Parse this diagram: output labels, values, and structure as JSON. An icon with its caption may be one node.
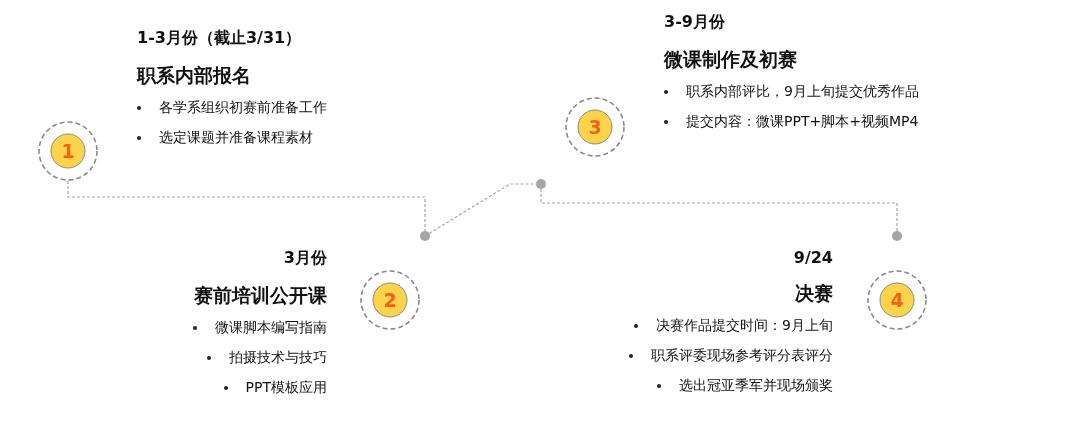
{
  "diagram": {
    "nodes": [
      {
        "text": [
          "1"
        ],
        "beside": [
          "1-3月份（截止3/31）",
          "职系内部报名",
          "各学系组织初赛前准备工作",
          "选定课题并准备课程素材"
        ]
      },
      {
        "text": [
          "2"
        ],
        "beside": [
          "3月份",
          "赛前培训公开课",
          "微课脚本编写指南",
          "拍摄技术与技巧",
          "PPT模板应用"
        ]
      },
      {
        "text": [
          "3"
        ],
        "beside": [
          "3-9月份",
          "微课制作及初赛",
          "职系内部评比，9月上旬提交优秀作品",
          "提交内容：微课PPT+脚本+视频MP4"
        ]
      },
      {
        "text": [
          "4"
        ],
        "beside": [
          "9/24",
          "决赛",
          "决赛作品提交时间：9月上旬",
          "职系评委现场参考评分表评分",
          "选出冠亚季军并现场颁奖"
        ]
      },
      {
        "text": [],
        "shape": "circle"
      },
      {
        "text": [],
        "shape": "circle"
      },
      {
        "text": [],
        "shape": "circle"
      }
    ],
    "edges": [
      {
        "from": 0,
        "to": 4,
        "arrow": "none",
        "style": "dashed"
      },
      {
        "from": 4,
        "to": 5,
        "arrow": "none",
        "style": "dashed"
      },
      {
        "from": 5,
        "to": 6,
        "arrow": "none",
        "style": "dashed"
      }
    ]
  }
}
